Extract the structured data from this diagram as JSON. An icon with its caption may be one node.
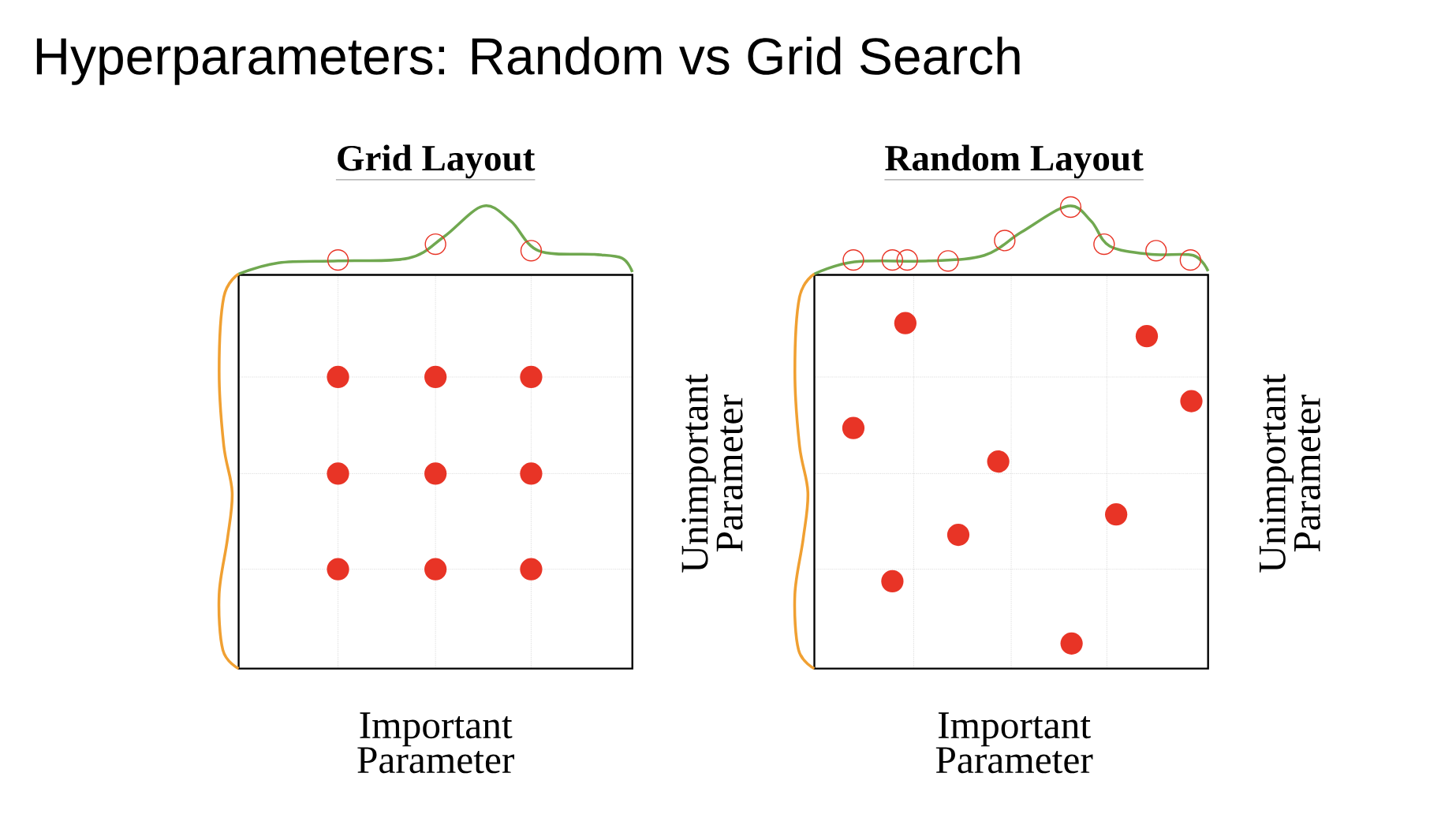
{
  "diagram": {
    "title": "Hyperparameters: Random vs Grid Search",
    "labels": [
      "Grid Layout",
      "Random Layout",
      "Unimportant Parameter",
      "Unimportant Parameter",
      "Important Parameter",
      "Important Parameter"
    ]
  }
}
